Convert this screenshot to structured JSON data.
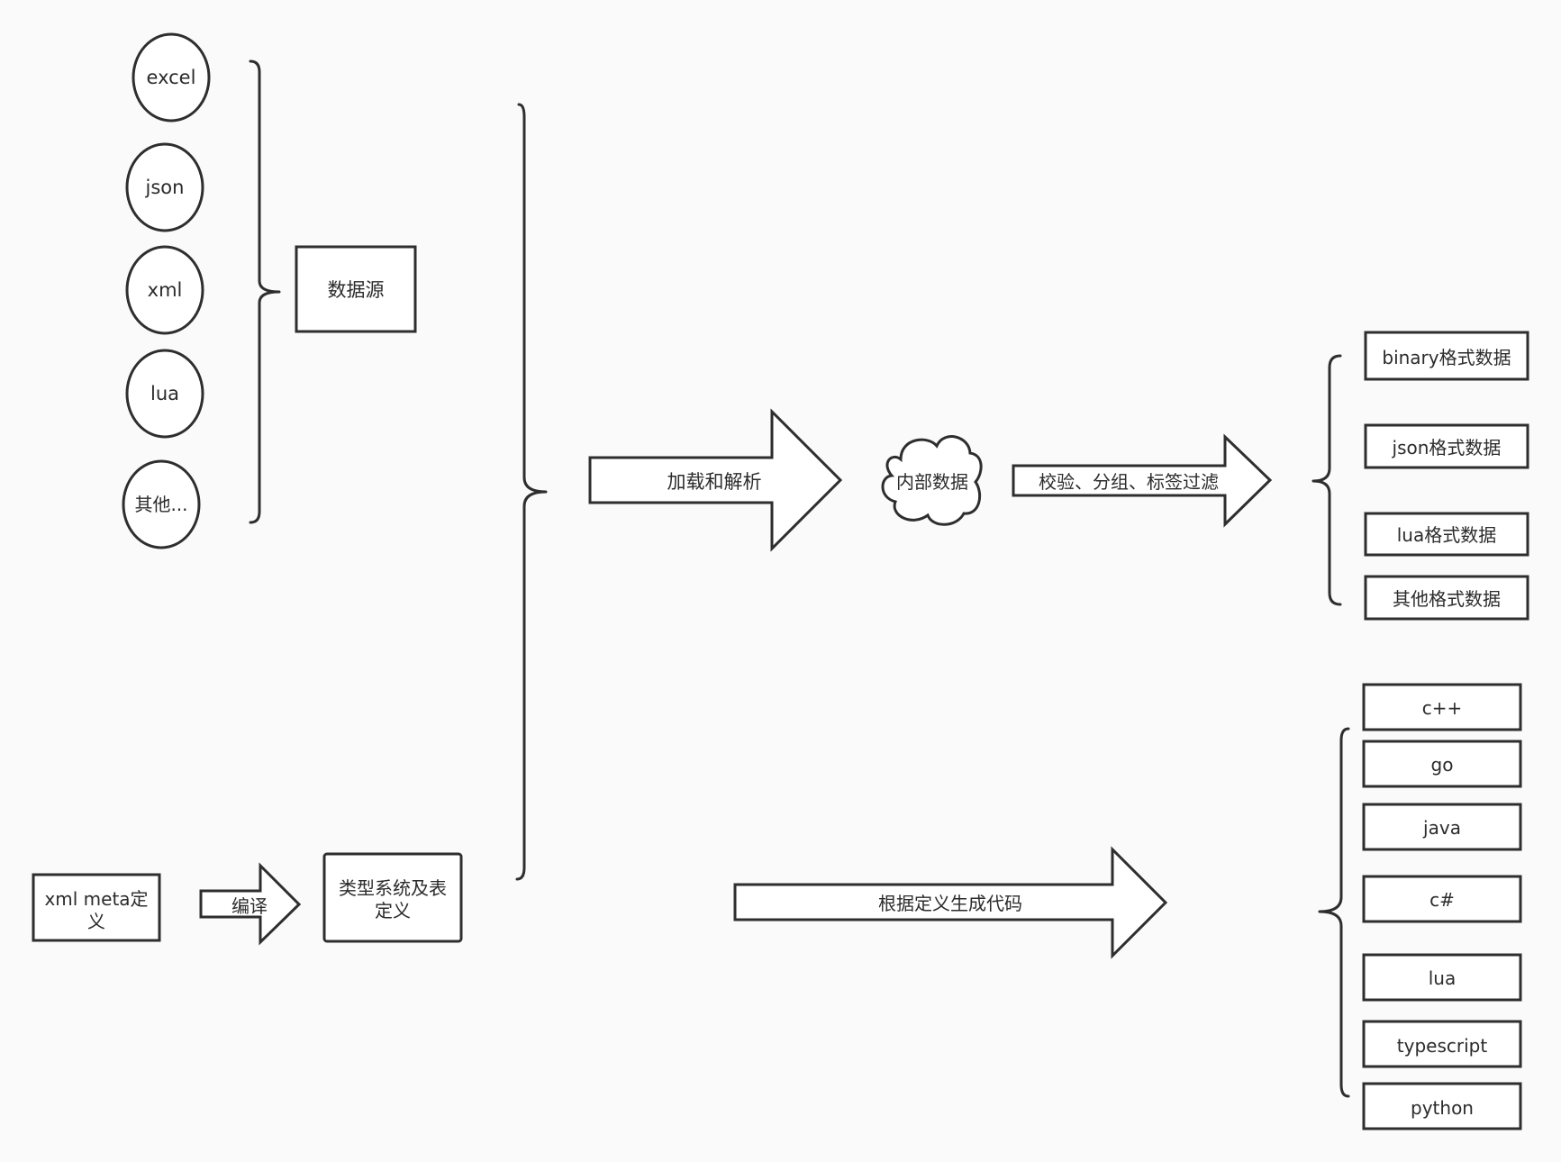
{
  "sources": {
    "items": [
      "excel",
      "json",
      "xml",
      "lua",
      "其他..."
    ],
    "group_label": "数据源"
  },
  "meta": {
    "input_label": "xml meta定\n义",
    "compile_label": "编译",
    "type_system_label": "类型系统及表\n定义"
  },
  "load_arrow_label": "加载和解析",
  "internal_data_label": "内部数据",
  "filter_arrow_label": "校验、分组、标签过滤",
  "outputs": [
    "binary格式数据",
    "json格式数据",
    "lua格式数据",
    "其他格式数据"
  ],
  "codegen_arrow_label": "根据定义生成代码",
  "languages": [
    "c++",
    "go",
    "java",
    "c#",
    "lua",
    "typescript",
    "python"
  ]
}
